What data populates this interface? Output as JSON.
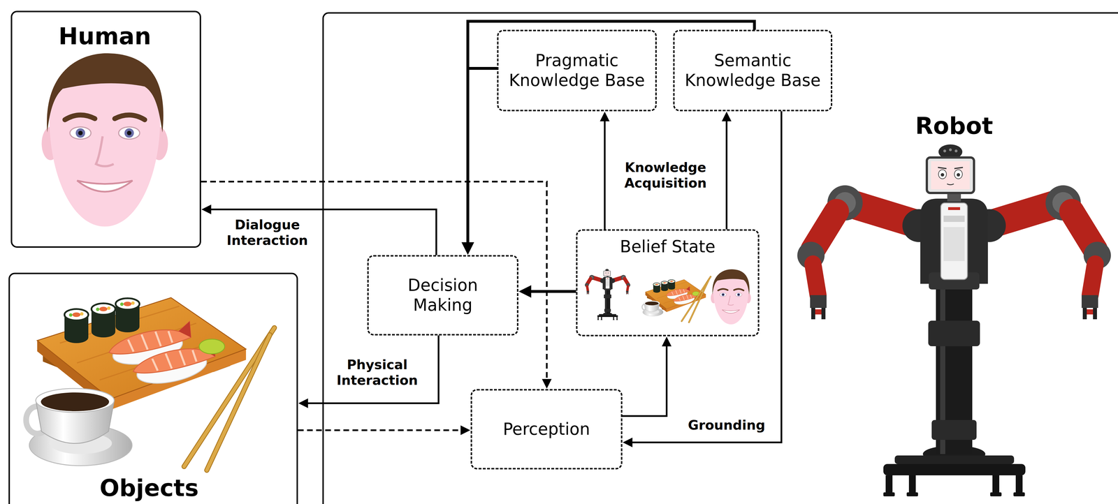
{
  "diagram": {
    "nodes": [
      {
        "text": [
          "Human"
        ]
      },
      {
        "text": [
          "Objects"
        ]
      },
      {
        "text": [
          "Robot"
        ]
      },
      {
        "text": [
          "Pragmatic Knowledge Base"
        ],
        "in": 2
      },
      {
        "text": [
          "Semantic Knowledge Base"
        ],
        "in": 2
      },
      {
        "text": [
          "Decision Making"
        ],
        "in": 2
      },
      {
        "text": [
          "Belief State"
        ],
        "in": 2
      },
      {
        "text": [
          "Perception"
        ],
        "in": 2
      }
    ],
    "edges": [
      {
        "from": 5,
        "to": 0,
        "label": "Dialogue Interaction",
        "arrow": "to"
      },
      {
        "from": 5,
        "to": 1,
        "label": "Physical Interaction",
        "arrow": "to"
      },
      {
        "from": 0,
        "to": 7,
        "arrow": "to"
      },
      {
        "from": 1,
        "to": 7,
        "arrow": "to"
      },
      {
        "from": 7,
        "to": 6,
        "arrow": "to"
      },
      {
        "from": 6,
        "to": 5,
        "arrow": "to"
      },
      {
        "from": 6,
        "to": 3,
        "arrow": "to"
      },
      {
        "from": 6,
        "to": 4,
        "arrow": "to"
      },
      {
        "from": 4,
        "to": 7,
        "label": "Grounding",
        "arrow": "to"
      },
      {
        "from": 3,
        "to": 5,
        "arrow": "to"
      },
      {
        "from": 4,
        "to": 5,
        "arrow": "to"
      }
    ],
    "labels": [
      "Knowledge Acquisition"
    ]
  }
}
